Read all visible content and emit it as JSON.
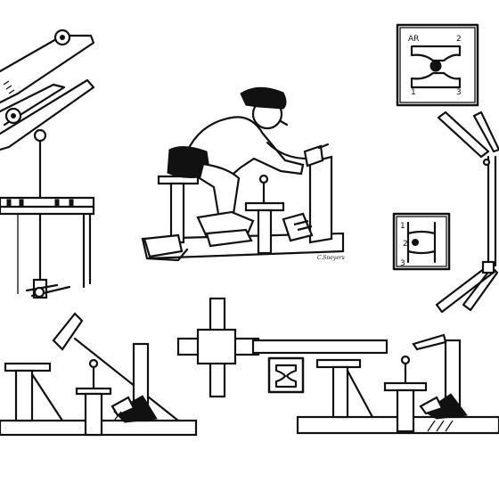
{
  "gate_diagram_top": {
    "labels": [
      "AR",
      "2",
      "1",
      "3"
    ]
  },
  "gate_diagram_right": {
    "labels": [
      "1",
      "2",
      "3"
    ]
  },
  "signature": "C.Sneyers"
}
